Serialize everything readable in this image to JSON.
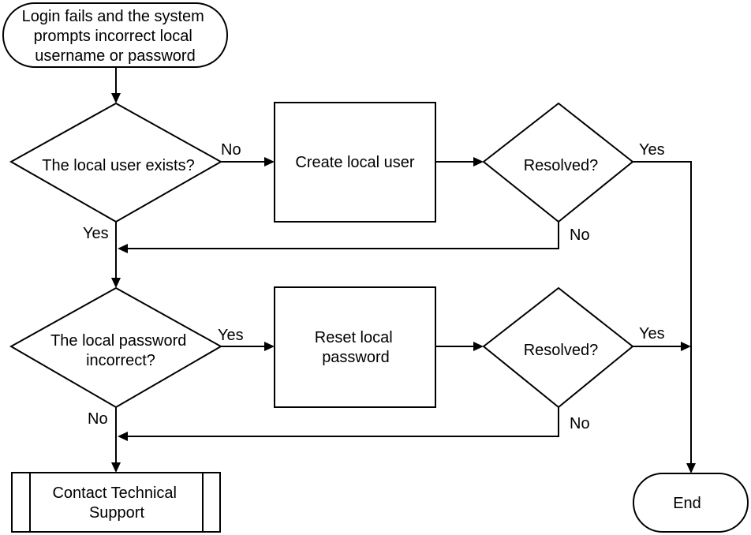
{
  "nodes": {
    "start": {
      "lines": [
        "Login fails and the system",
        "prompts incorrect local",
        "username or password"
      ]
    },
    "user_exists": {
      "lines": [
        "The local user exists?"
      ]
    },
    "create_user": {
      "lines": [
        "Create local user"
      ]
    },
    "resolved_1": {
      "lines": [
        "Resolved?"
      ]
    },
    "password_incorrect": {
      "lines": [
        "The local password",
        "incorrect?"
      ]
    },
    "reset_password": {
      "lines": [
        "Reset local",
        "password"
      ]
    },
    "resolved_2": {
      "lines": [
        "Resolved?"
      ]
    },
    "contact_support": {
      "lines": [
        "Contact Technical",
        "Support"
      ]
    },
    "end": {
      "lines": [
        "End"
      ]
    }
  },
  "edge_labels": {
    "user_exists_no": "No",
    "user_exists_yes": "Yes",
    "resolved_1_yes": "Yes",
    "resolved_1_no": "No",
    "password_incorrect_yes": "Yes",
    "password_incorrect_no": "No",
    "resolved_2_yes": "Yes",
    "resolved_2_no": "No"
  }
}
